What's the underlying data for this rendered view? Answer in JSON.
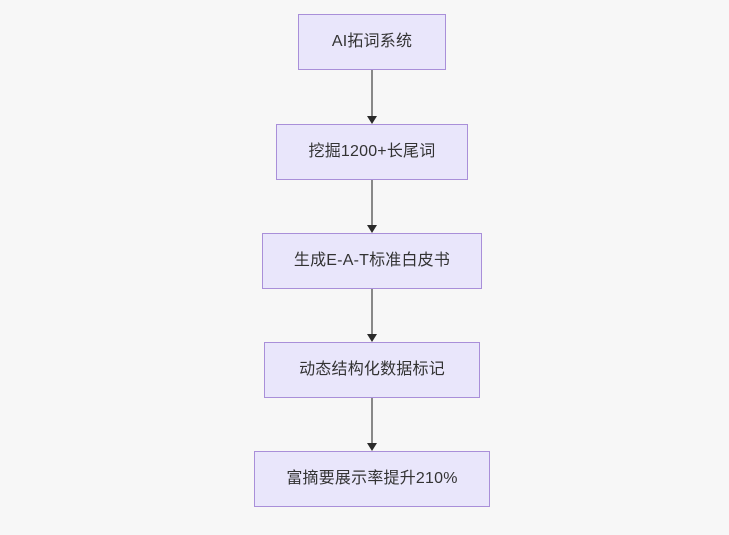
{
  "diagram": {
    "type": "flowchart",
    "orientation": "top-to-bottom",
    "background_color": "#f7f7f7",
    "node_fill_color": "#e9e6fb",
    "node_border_color": "#a98fd9",
    "node_text_color": "#333333",
    "edge_color": "#888888",
    "arrowhead_color": "#2a2a2a",
    "nodes": [
      {
        "id": "n1",
        "label": "AI拓词系统"
      },
      {
        "id": "n2",
        "label": "挖掘1200+长尾词"
      },
      {
        "id": "n3",
        "label": "生成E-A-T标准白皮书"
      },
      {
        "id": "n4",
        "label": "动态结构化数据标记"
      },
      {
        "id": "n5",
        "label": "富摘要展示率提升210%"
      }
    ],
    "edges": [
      {
        "from": "n1",
        "to": "n2"
      },
      {
        "from": "n2",
        "to": "n3"
      },
      {
        "from": "n3",
        "to": "n4"
      },
      {
        "from": "n4",
        "to": "n5"
      }
    ]
  }
}
